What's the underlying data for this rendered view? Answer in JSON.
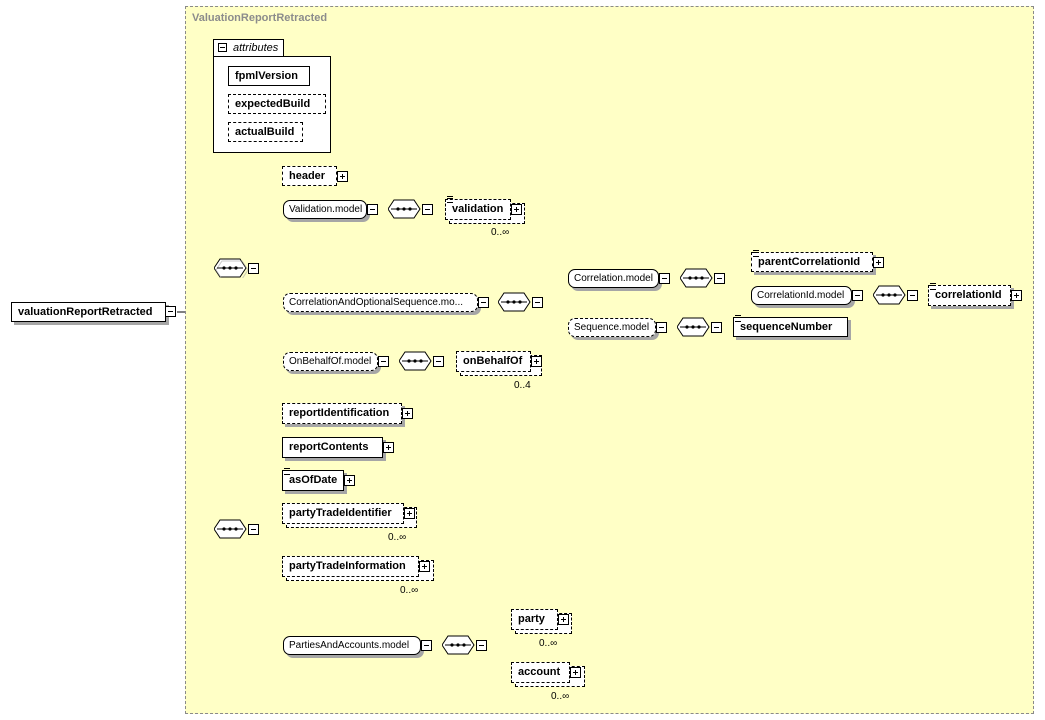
{
  "title": "ValuationReportRetracted",
  "attributes": {
    "label": "attributes",
    "items": [
      "fpmlVersion",
      "expectedBuild",
      "actualBuild"
    ]
  },
  "root": {
    "label": "valuationReportRetracted"
  },
  "nodes": {
    "header": "header",
    "validation_model": "Validation.model",
    "validation": "validation",
    "validation_occ": "0..∞",
    "correlation_seq_model": "CorrelationAndOptionalSequence.mo...",
    "correlation_model": "Correlation.model",
    "parent_correlation_id": "parentCorrelationId",
    "correlation_id_model": "CorrelationId.model",
    "correlation_id": "correlationId",
    "sequence_model": "Sequence.model",
    "sequence_number": "sequenceNumber",
    "on_behalf_of_model": "OnBehalfOf.model",
    "on_behalf_of": "onBehalfOf",
    "on_behalf_of_occ": "0..4",
    "report_identification": "reportIdentification",
    "report_contents": "reportContents",
    "as_of_date": "asOfDate",
    "party_trade_identifier": "partyTradeIdentifier",
    "party_trade_identifier_occ": "0..∞",
    "party_trade_information": "partyTradeInformation",
    "party_trade_information_occ": "0..∞",
    "parties_and_accounts_model": "PartiesAndAccounts.model",
    "party": "party",
    "party_occ": "0..∞",
    "account": "account",
    "account_occ": "0..∞"
  },
  "icons": {
    "sequence": "sequence-compositor-icon",
    "expand": "plus-toggle-icon",
    "collapse": "minus-toggle-icon",
    "annotation": "documentation-icon"
  },
  "colors": {
    "frame_fill": "#ffffc6",
    "frame_border": "#8a8a8a",
    "shadow": "#a6a6a6"
  }
}
